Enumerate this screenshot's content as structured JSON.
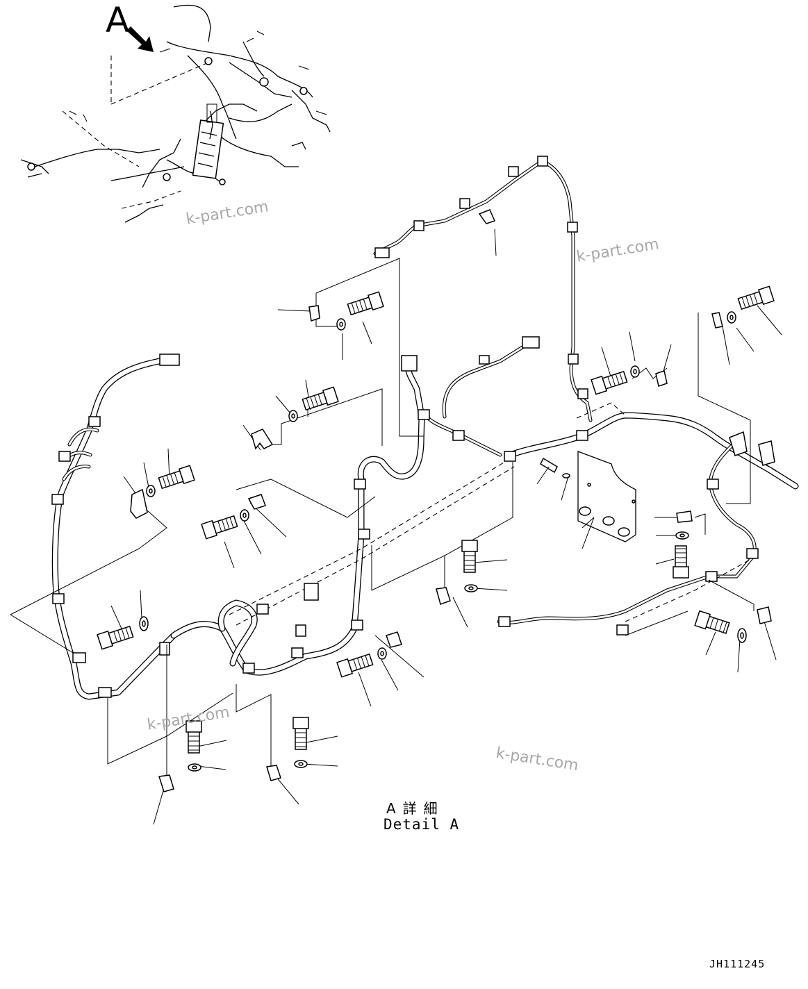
{
  "view_label": "A",
  "detail_caption": {
    "japanese": "A詳細",
    "english": "Detail A"
  },
  "drawing_number": "JH111245",
  "watermarks": [
    "k-part.com",
    "k-part.com",
    "k-part.com",
    "k-part.com"
  ]
}
